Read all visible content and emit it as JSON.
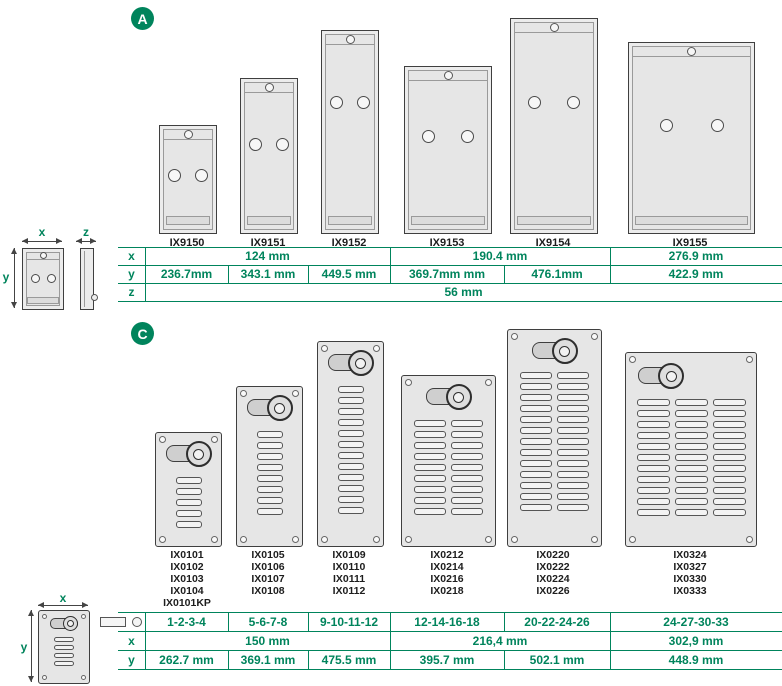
{
  "accent_color": "#00845C",
  "section_a": {
    "badge": "A",
    "models": [
      "IX9150",
      "IX9151",
      "IX9152",
      "IX9153",
      "IX9154",
      "IX9155"
    ],
    "diagram_labels": {
      "x": "x",
      "y": "y",
      "z": "z"
    },
    "table": {
      "row_x": {
        "label": "x",
        "values": [
          "124 mm",
          "190.4 mm",
          "276.9 mm"
        ]
      },
      "row_y": {
        "label": "y",
        "values": [
          "236.7mm",
          "343.1 mm",
          "449.5 mm",
          "369.7mm mm",
          "476.1mm",
          "422.9 mm"
        ]
      },
      "row_z": {
        "label": "z",
        "value": "56 mm"
      }
    }
  },
  "section_c": {
    "badge": "C",
    "panels": [
      {
        "models": [
          "IX0101",
          "IX0102",
          "IX0103",
          "IX0104",
          "IX0101KP"
        ],
        "button_grid": {
          "rows": 5,
          "cols": 1
        }
      },
      {
        "models": [
          "IX0105",
          "IX0106",
          "IX0107",
          "IX0108"
        ],
        "button_grid": {
          "rows": 8,
          "cols": 1
        }
      },
      {
        "models": [
          "IX0109",
          "IX0110",
          "IX0111",
          "IX0112"
        ],
        "button_grid": {
          "rows": 12,
          "cols": 1
        }
      },
      {
        "models": [
          "IX0212",
          "IX0214",
          "IX0216",
          "IX0218"
        ],
        "button_grid": {
          "rows": 9,
          "cols": 2
        }
      },
      {
        "models": [
          "IX0220",
          "IX0222",
          "IX0224",
          "IX0226"
        ],
        "button_grid": {
          "rows": 13,
          "cols": 2
        }
      },
      {
        "models": [
          "IX0324",
          "IX0327",
          "IX0330",
          "IX0333"
        ],
        "button_grid": {
          "rows": 11,
          "cols": 3
        }
      }
    ],
    "diagram_labels": {
      "x": "x",
      "y": "y"
    },
    "table": {
      "row_buttons": {
        "values": [
          "1-2-3-4",
          "5-6-7-8",
          "9-10-11-12",
          "12-14-16-18",
          "20-22-24-26",
          "24-27-30-33"
        ]
      },
      "row_x": {
        "label": "x",
        "values": [
          "150 mm",
          "216,4 mm",
          "302,9 mm"
        ]
      },
      "row_y": {
        "label": "y",
        "values": [
          "262.7 mm",
          "369.1 mm",
          "475.5 mm",
          "395.7 mm",
          "502.1 mm",
          "448.9 mm"
        ]
      }
    }
  }
}
